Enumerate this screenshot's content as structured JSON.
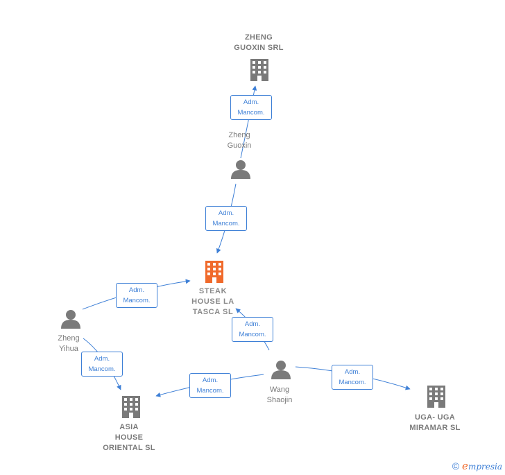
{
  "colors": {
    "edge": "#3d7fd6",
    "main_company": "#f06a2b",
    "node_gray": "#7a7a7a"
  },
  "nodes": {
    "zheng_guoxin_srl": {
      "label": "ZHENG\nGUOXIN SRL",
      "type": "company",
      "icon": "building-icon"
    },
    "zheng_guoxin": {
      "label": "Zheng\nGuoxin",
      "type": "person",
      "icon": "person-icon"
    },
    "steak_house": {
      "label": "STEAK\nHOUSE LA\nTASCA  SL",
      "type": "company-main",
      "icon": "building-icon"
    },
    "zheng_yihua": {
      "label": "Zheng\nYihua",
      "type": "person",
      "icon": "person-icon"
    },
    "wang_shaojin": {
      "label": "Wang\nShaojin",
      "type": "person",
      "icon": "person-icon"
    },
    "asia_house": {
      "label": "ASIA\nHOUSE\nORIENTAL  SL",
      "type": "company",
      "icon": "building-icon"
    },
    "uga_uga": {
      "label": "UGA- UGA\nMIRAMAR  SL",
      "type": "company",
      "icon": "building-icon"
    }
  },
  "edges": [
    {
      "from": "zheng_guoxin",
      "to": "zheng_guoxin_srl",
      "label": "Adm.\nMancom."
    },
    {
      "from": "zheng_guoxin",
      "to": "steak_house",
      "label": "Adm.\nMancom."
    },
    {
      "from": "zheng_yihua",
      "to": "steak_house",
      "label": "Adm.\nMancom."
    },
    {
      "from": "zheng_yihua",
      "to": "asia_house",
      "label": "Adm.\nMancom."
    },
    {
      "from": "wang_shaojin",
      "to": "steak_house",
      "label": "Adm.\nMancom."
    },
    {
      "from": "wang_shaojin",
      "to": "asia_house",
      "label": "Adm.\nMancom."
    },
    {
      "from": "wang_shaojin",
      "to": "uga_uga",
      "label": "Adm.\nMancom."
    }
  ],
  "footer": {
    "copyright_symbol": "©",
    "brand_initial": "e",
    "brand_rest": "mpresia"
  }
}
